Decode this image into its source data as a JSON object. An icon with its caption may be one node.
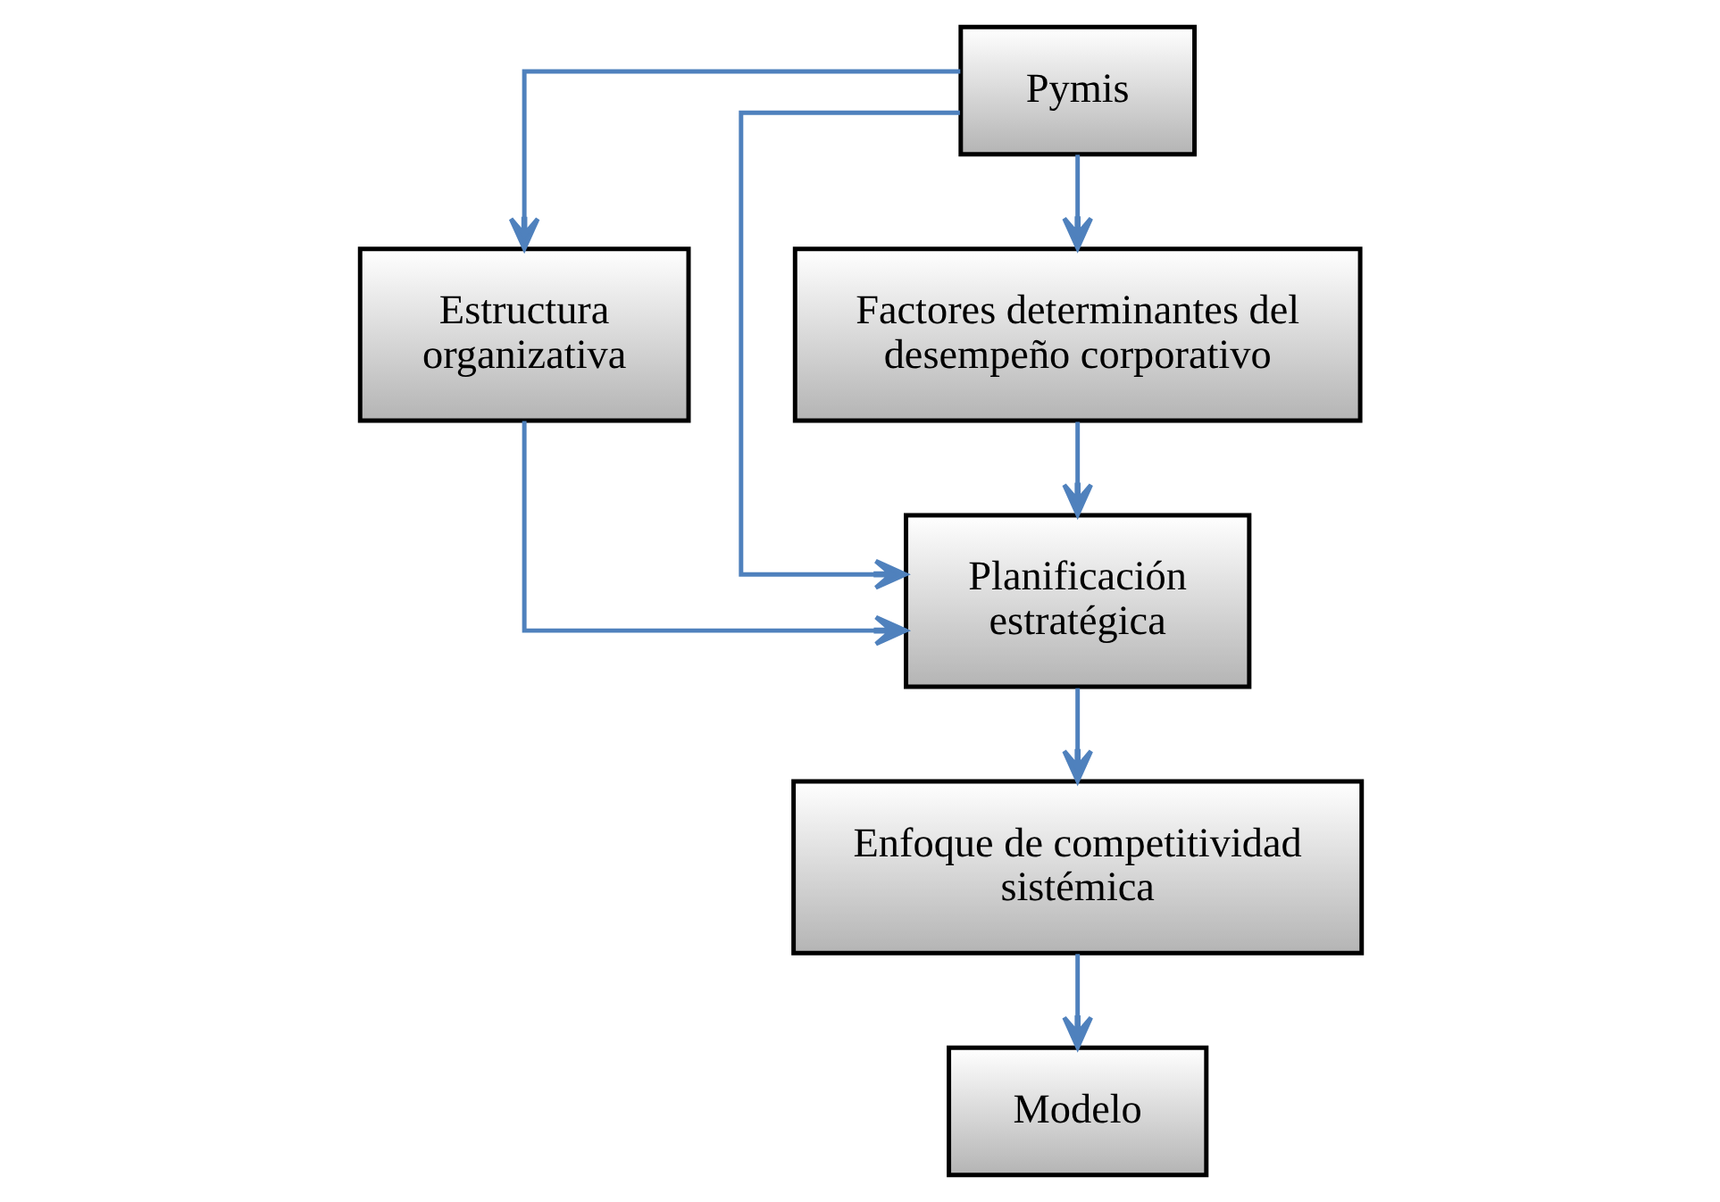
{
  "diagram": {
    "nodes": [
      {
        "text": [
          "Pymis"
        ]
      },
      {
        "text": [
          "Estructura organizativa"
        ]
      },
      {
        "text": [
          "Factores determinantes del desempeño corporativo"
        ]
      },
      {
        "text": [
          "Planificación estratégica"
        ]
      },
      {
        "text": [
          "Enfoque de competitividad sistémica"
        ]
      },
      {
        "text": [
          "Modelo"
        ]
      }
    ],
    "edges": [
      {
        "from": 0,
        "to": 1,
        "arrow": "to"
      },
      {
        "from": 0,
        "to": 3,
        "arrow": "to"
      },
      {
        "from": 0,
        "to": 2,
        "arrow": "to"
      },
      {
        "from": 1,
        "to": 3,
        "arrow": "to"
      },
      {
        "from": 2,
        "to": 3,
        "arrow": "to"
      },
      {
        "from": 3,
        "to": 4,
        "arrow": "to"
      },
      {
        "from": 4,
        "to": 5,
        "arrow": "to"
      }
    ]
  }
}
